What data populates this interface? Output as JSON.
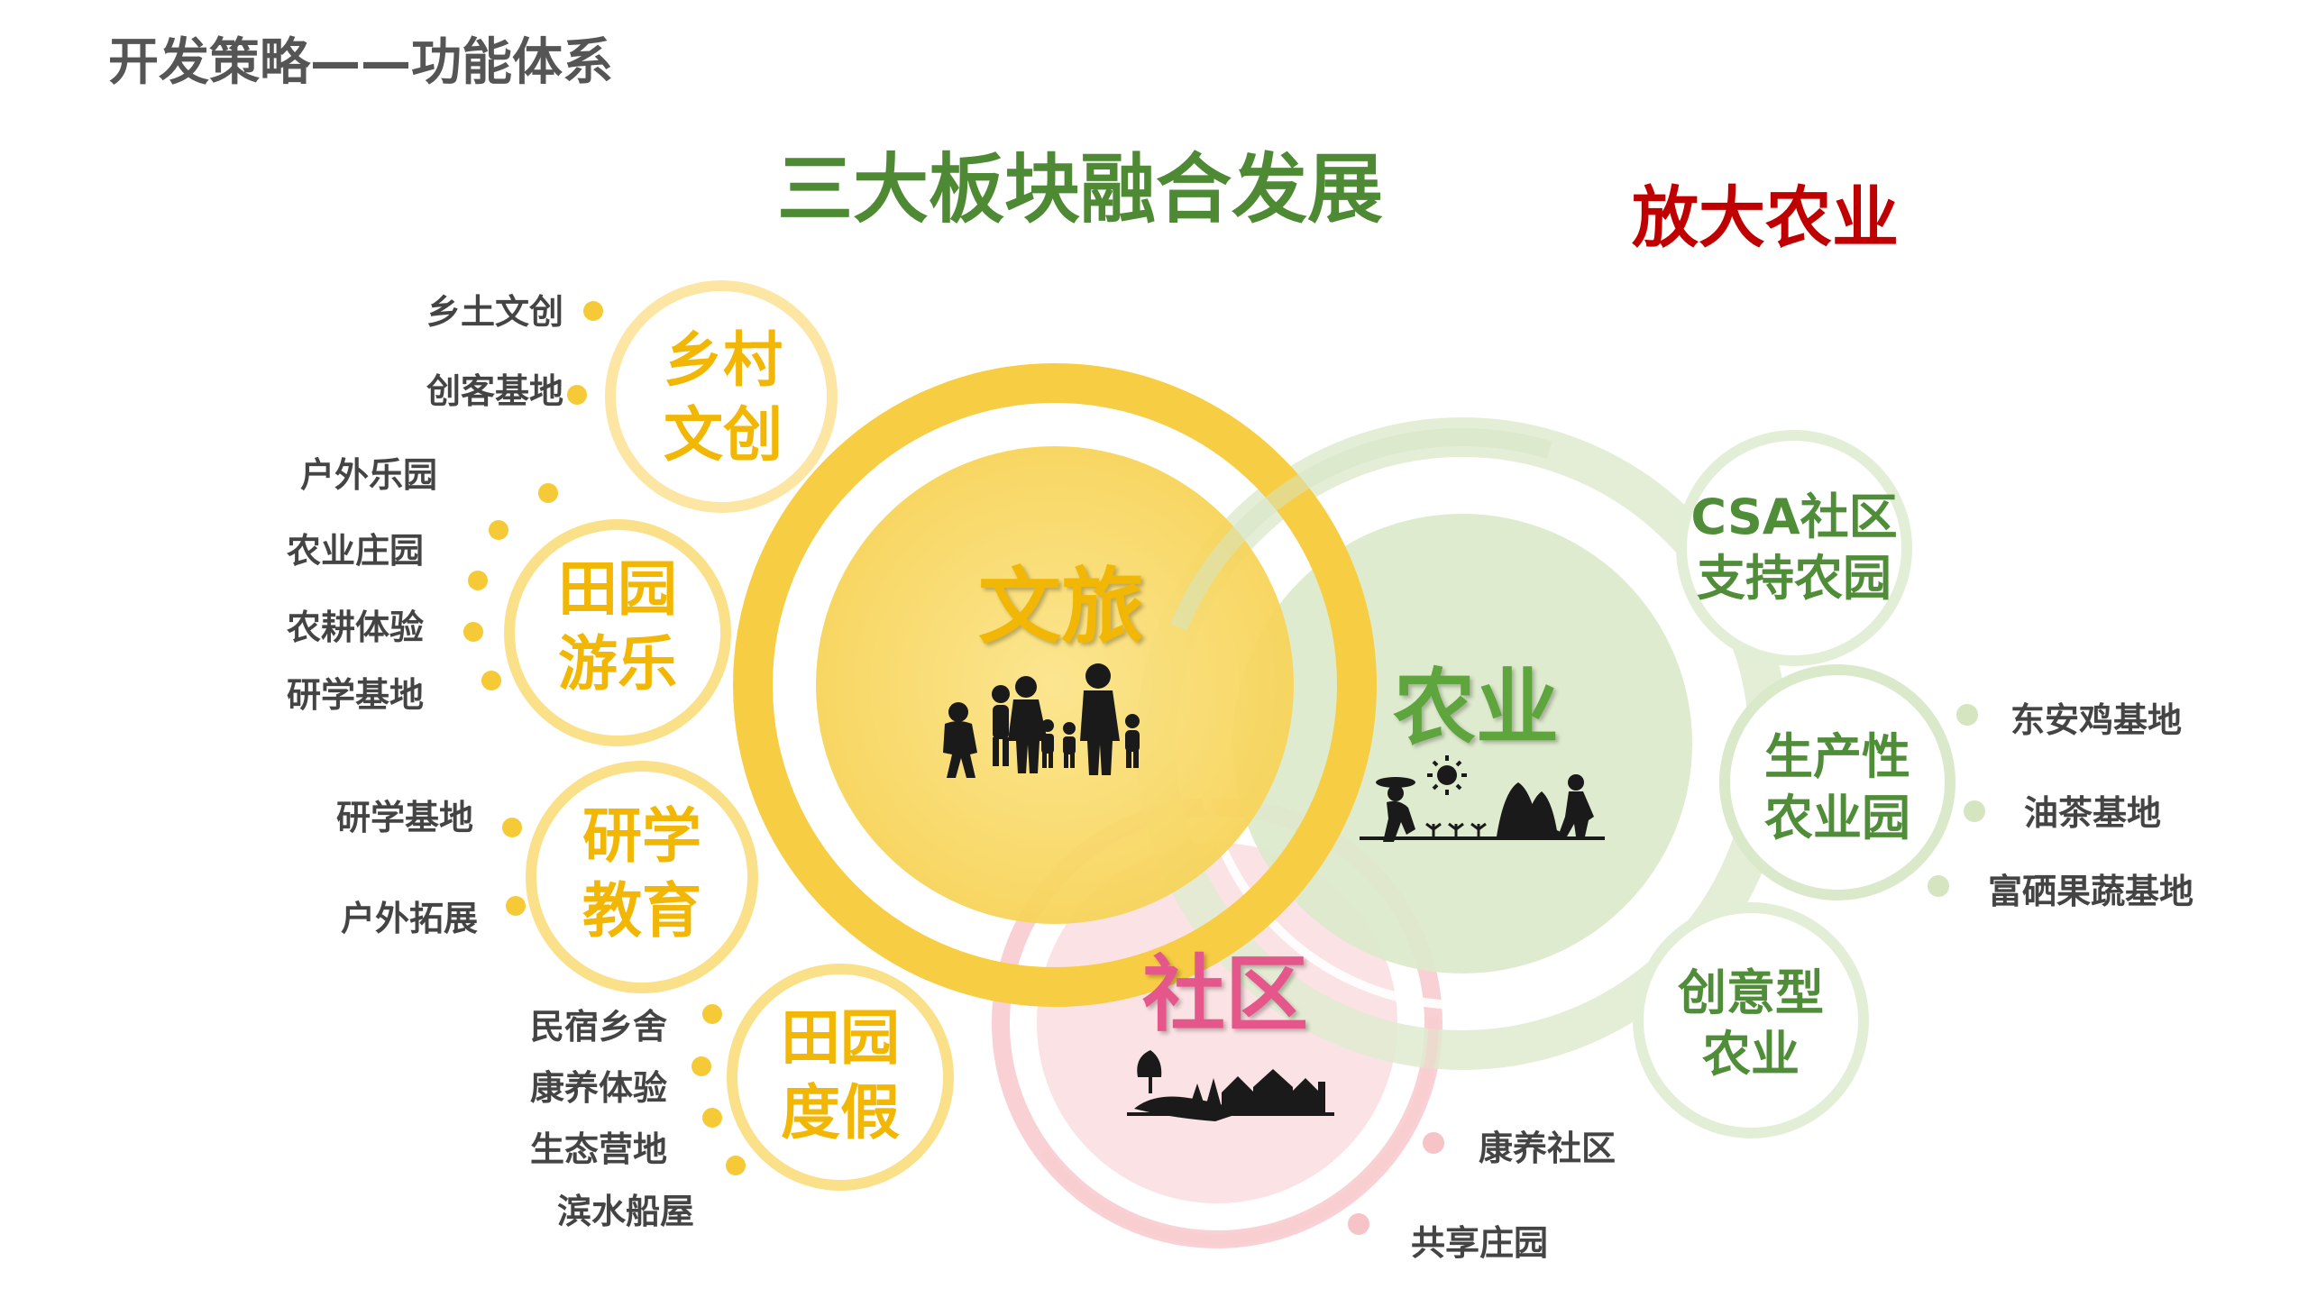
{
  "page_title": "开发策略——功能体系",
  "main_title": "三大板块融合发展",
  "accent_title": "放大农业",
  "colors": {
    "yellow": "#f5c93a",
    "yellow_text": "#f2b705",
    "green": "#c6dcae",
    "green_text": "#55923b",
    "pink": "#f6c0c3",
    "pink_text": "#e04f7e",
    "red": "#c00000"
  },
  "cores": {
    "culture": {
      "label": "文旅",
      "icon": "family-icon"
    },
    "agriculture": {
      "label": "农业",
      "icon": "farmer-icon"
    },
    "community": {
      "label": "社区",
      "icon": "village-icon"
    }
  },
  "culture_bubbles": [
    {
      "lines": [
        "乡村",
        "文创"
      ],
      "items": [
        "乡土文创",
        "创客基地"
      ]
    },
    {
      "lines": [
        "田园",
        "游乐"
      ],
      "items": [
        "户外乐园",
        "农业庄园",
        "农耕体验",
        "研学基地"
      ]
    },
    {
      "lines": [
        "研学",
        "教育"
      ],
      "items": [
        "研学基地",
        "户外拓展"
      ]
    },
    {
      "lines": [
        "田园",
        "度假"
      ],
      "items": [
        "民宿乡舍",
        "康养体验",
        "生态营地",
        "滨水船屋"
      ]
    }
  ],
  "agri_bubbles": [
    {
      "lines": [
        "CSA社区",
        "支持农园"
      ],
      "items": []
    },
    {
      "lines": [
        "生产性",
        "农业园"
      ],
      "items": [
        "东安鸡基地",
        "油茶基地",
        "富硒果蔬基地"
      ]
    },
    {
      "lines": [
        "创意型",
        "农业"
      ],
      "items": []
    }
  ],
  "community_items": [
    "康养社区",
    "共享庄园"
  ]
}
